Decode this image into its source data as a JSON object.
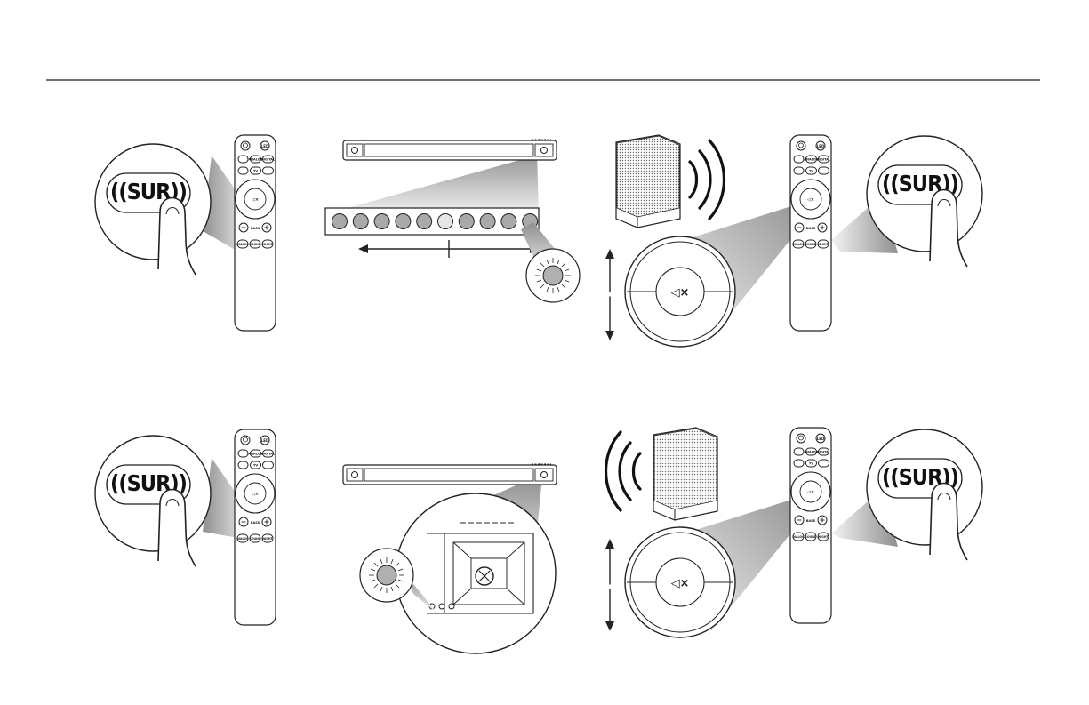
{
  "labels": {
    "sur_button": "((SUR))",
    "remote_top_right": "LED",
    "remote_analog": "ANALOG",
    "remote_digital": "DIGITAL",
    "remote_tv": "TV",
    "remote_center": "◁×",
    "remote_mid": "BASS",
    "remote_bottom_1": "DIALOG",
    "remote_bottom_2": "SOUND",
    "remote_bottom_3": "NIGHT",
    "mute_glyph": "◁×"
  },
  "led_strip": {
    "count": 10,
    "highlight_index": 5,
    "fill": "#a9a9a9",
    "highlight_fill": "#e6e6e6"
  },
  "colors": {
    "line": "#1a1a1a",
    "beam_light": "#ededed",
    "beam_dark": "#9a9a9a"
  }
}
